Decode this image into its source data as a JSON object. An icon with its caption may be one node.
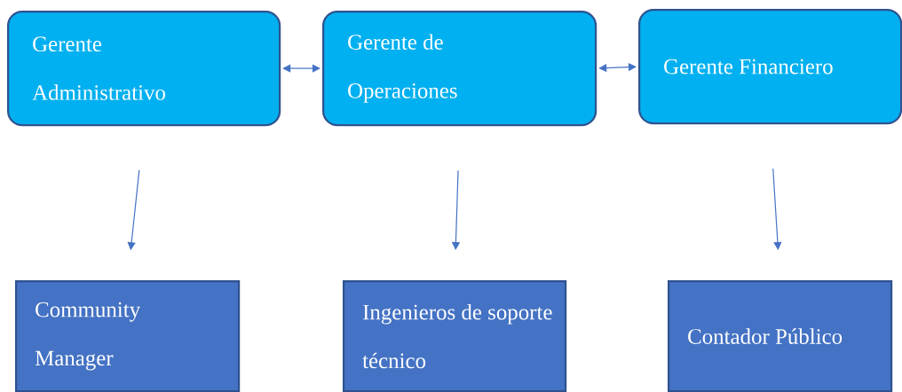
{
  "diagram": {
    "nodes": [
      {
        "text": [
          "Gerente Administrativo"
        ]
      },
      {
        "text": [
          "Gerente de Operaciones"
        ]
      },
      {
        "text": [
          "Gerente Financiero"
        ]
      },
      {
        "text": [
          "Community Manager"
        ]
      },
      {
        "text": [
          "Ingenieros de soporte técnico"
        ]
      },
      {
        "text": [
          "Contador Público"
        ]
      }
    ],
    "edges": [
      {
        "from": 0,
        "to": 1,
        "arrow": "both"
      },
      {
        "from": 1,
        "to": 2,
        "arrow": "both"
      },
      {
        "from": 0,
        "to": 3,
        "arrow": "to"
      },
      {
        "from": 1,
        "to": 4,
        "arrow": "to"
      },
      {
        "from": 2,
        "to": 5,
        "arrow": "to"
      }
    ]
  }
}
